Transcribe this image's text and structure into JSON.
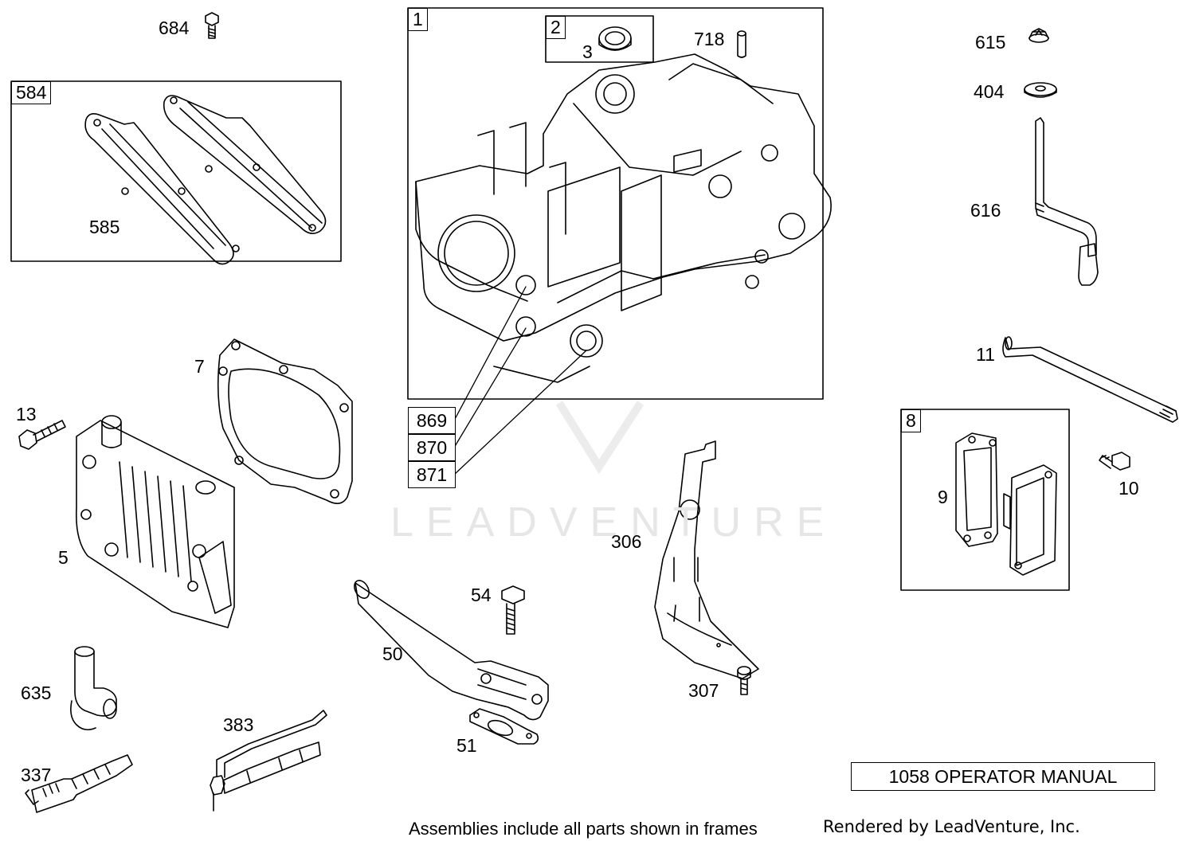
{
  "callouts": {
    "c684": "684",
    "c584": "584",
    "c585": "585",
    "c1": "1",
    "c2": "2",
    "c3": "3",
    "c718": "718",
    "c615": "615",
    "c404": "404",
    "c616": "616",
    "c11": "11",
    "c869": "869",
    "c870": "870",
    "c871": "871",
    "c7": "7",
    "c13": "13",
    "c5": "5",
    "c8": "8",
    "c9": "9",
    "c10": "10",
    "c306": "306",
    "c307": "307",
    "c54": "54",
    "c50": "50",
    "c51": "51",
    "c635": "635",
    "c337": "337",
    "c383": "383"
  },
  "manual_note": "1058  OPERATOR MANUAL",
  "footer": {
    "assemblies": "Assemblies include all parts shown in frames",
    "rendered": "Rendered by LeadVenture, Inc."
  },
  "watermark": "LEADVENTURE"
}
